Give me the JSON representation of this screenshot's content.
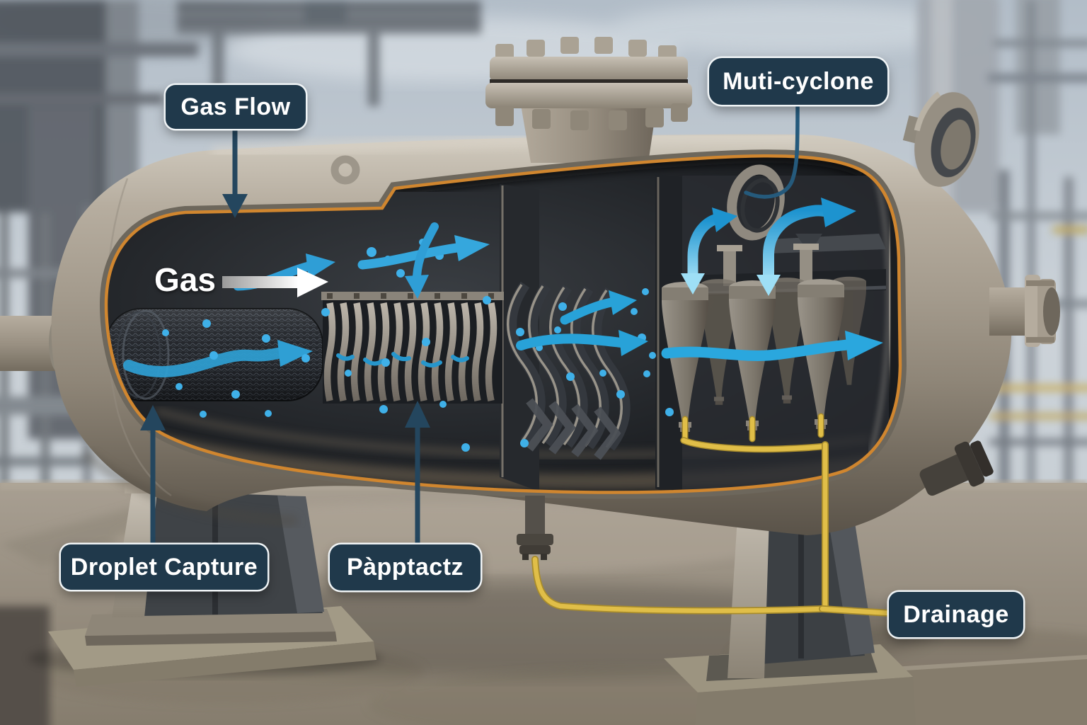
{
  "labels": {
    "gas_flow": "Gas Flow",
    "muti_cyclone": "Muti-cyclone",
    "droplet_capture": "Droplet Capture",
    "papptactz": "Pàpptactz",
    "drainage": "Drainage",
    "gas": "Gas"
  },
  "colors": {
    "label_bg": "#20394b",
    "label_text": "#ffffff",
    "label_outline": "#f0f4f6",
    "flow_blue": "#2da4dc",
    "droplet_blue": "#3fb0e8",
    "connector_navy": "#24465e",
    "drain_yellow": "#e0be48",
    "cut_rim_orange": "#d0862f"
  }
}
